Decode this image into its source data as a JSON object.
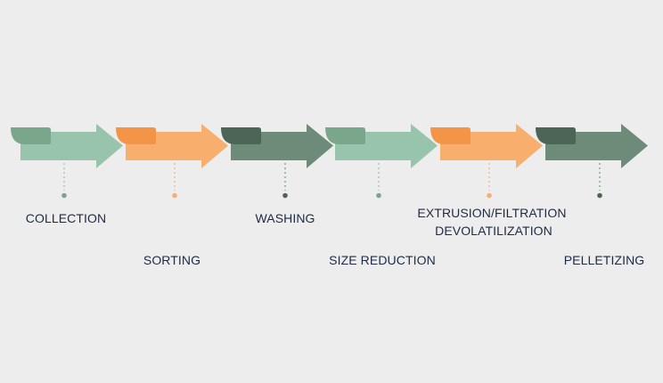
{
  "title": "Plastic recycling process steps",
  "colors": {
    "background": "#ededed",
    "text": "#1f2a44",
    "light_green": {
      "body": "#97c4ab",
      "tab": "#7aa68b"
    },
    "orange": {
      "body": "#f8ae6c",
      "tab": "#f39447"
    },
    "dark_green": {
      "body": "#6e8a79",
      "tab": "#4b6656"
    }
  },
  "steps": [
    {
      "label": "COLLECTION",
      "theme": "light_green",
      "label_row": "upper"
    },
    {
      "label": "SORTING",
      "theme": "orange",
      "label_row": "lower"
    },
    {
      "label": "WASHING",
      "theme": "dark_green",
      "label_row": "upper"
    },
    {
      "label": "SIZE REDUCTION",
      "theme": "light_green",
      "label_row": "lower"
    },
    {
      "label": "EXTRUSION/FILTRATION",
      "label_line2": "DEVOLATILIZATION",
      "theme": "orange",
      "label_row": "upper"
    },
    {
      "label": "PELLETIZING",
      "theme": "dark_green",
      "label_row": "lower"
    }
  ]
}
